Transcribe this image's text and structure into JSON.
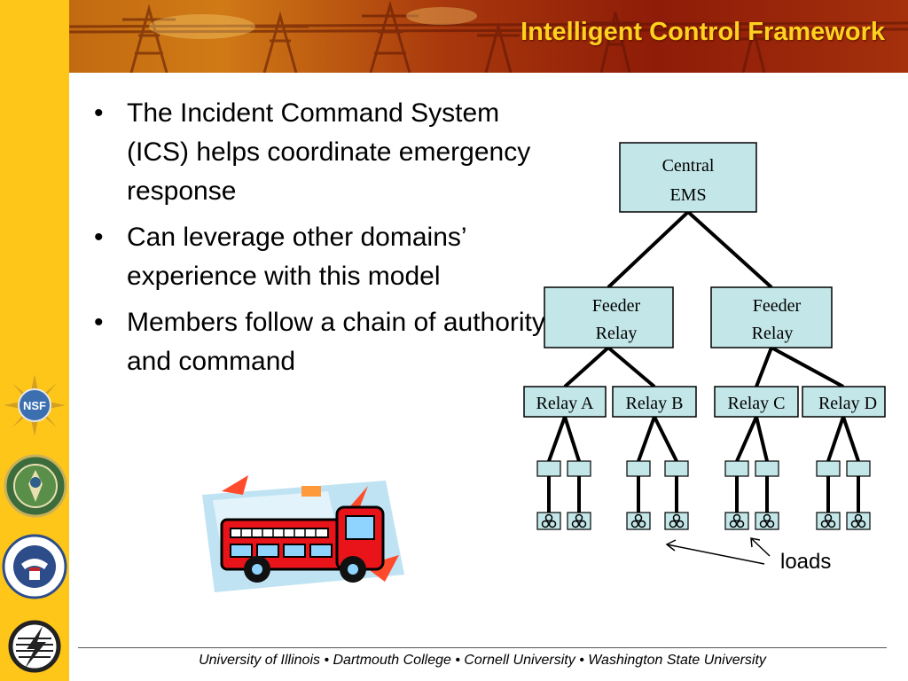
{
  "slide": {
    "title": "Intelligent Control Framework",
    "bullets": [
      "The Incident Command System (ICS)  helps coordinate emergency response",
      "Can leverage other domains’ experience with this model",
      "Members follow a chain of authority and command"
    ],
    "bullet_glyph": "•",
    "footer": "University of Illinois  •  Dartmouth College  •  Cornell University  •  Washington State University"
  },
  "sidebar": {
    "logos": [
      "NSF",
      "Department of Energy",
      "Department of Homeland Security",
      "lightning bolt"
    ],
    "nsf_text": "NSF"
  },
  "diagram": {
    "root": [
      "Central",
      "EMS"
    ],
    "feeders": [
      [
        "Feeder",
        "Relay"
      ],
      [
        "Feeder",
        "Relay"
      ]
    ],
    "relays": [
      "Relay A",
      "Relay B",
      "Relay C",
      "Relay D"
    ],
    "loads_label": "loads",
    "node_fill": "#c3e6e8"
  },
  "clipart": "fire-truck"
}
